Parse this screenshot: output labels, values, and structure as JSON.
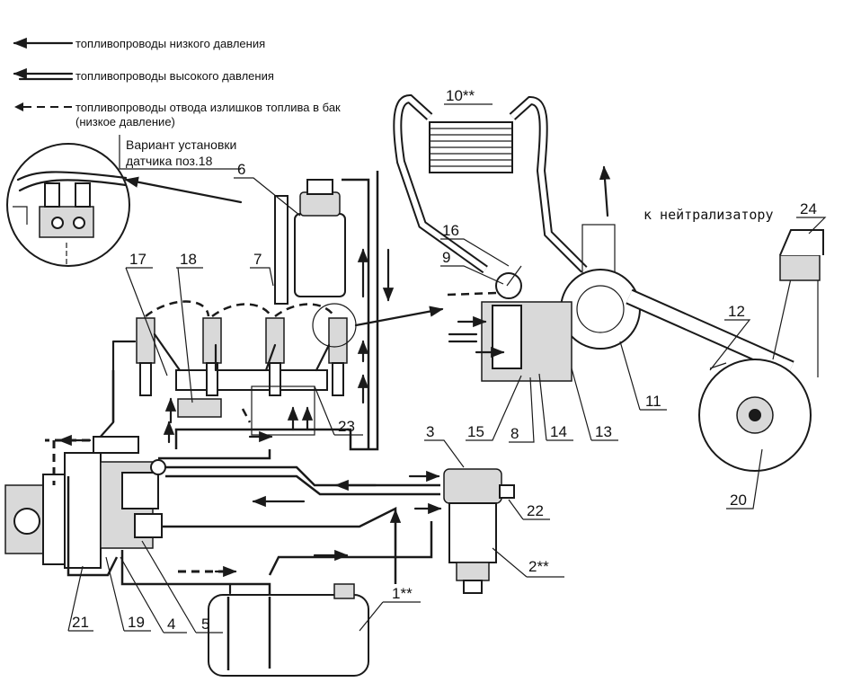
{
  "legend": {
    "low_pressure": "топливопроводы низкого давления",
    "high_pressure": "топливопроводы высокого давления",
    "return_line": "топливопроводы отвода излишков топлива в бак",
    "return_line_note": "(низкое давление)"
  },
  "annotations": {
    "sensor_variant_line1": "Вариант установки",
    "sensor_variant_line2": "датчика поз.18",
    "to_catalyst": "к нейтрализатору"
  },
  "callouts": {
    "c1": "1**",
    "c2": "2**",
    "c3": "3",
    "c4": "4",
    "c5": "5",
    "c6": "6",
    "c7": "7",
    "c8": "8",
    "c9": "9",
    "c10": "10**",
    "c11": "11",
    "c12": "12",
    "c13": "13",
    "c14": "14",
    "c15": "15",
    "c16": "16",
    "c17": "17",
    "c18": "18",
    "c19": "19",
    "c20": "20",
    "c21": "21",
    "c22": "22",
    "c23": "23",
    "c24": "24"
  }
}
